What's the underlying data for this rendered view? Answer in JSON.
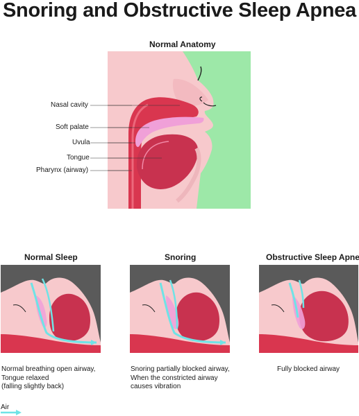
{
  "title": "Snoring and Obstructive Sleep Apnea",
  "main": {
    "heading": "Normal Anatomy",
    "labels": [
      "Nasal cavity",
      "Soft palate",
      "Uvula",
      "Tongue",
      "Pharynx (airway)"
    ]
  },
  "panels": [
    {
      "heading": "Normal Sleep",
      "caption_lines": [
        "Normal breathing open airway,",
        "Tongue relaxed",
        "(falling slightly back)"
      ]
    },
    {
      "heading": "Snoring",
      "caption_lines": [
        "Snoring partially blocked airway,",
        "When the constricted airway",
        "causes vibration"
      ]
    },
    {
      "heading": "Obstructive Sleep Apnea",
      "caption_lines": [
        "Fully blocked airway"
      ]
    }
  ],
  "legend": {
    "air_label": "Air"
  },
  "colors": {
    "background_main": "#9de8a8",
    "background_panels": "#5a5a5a",
    "skin": "#f7c9cc",
    "tissue": "#d9364f",
    "tongue": "#c8324f",
    "soft_palate": "#f0a0d8",
    "air": "#6fe3e6"
  }
}
